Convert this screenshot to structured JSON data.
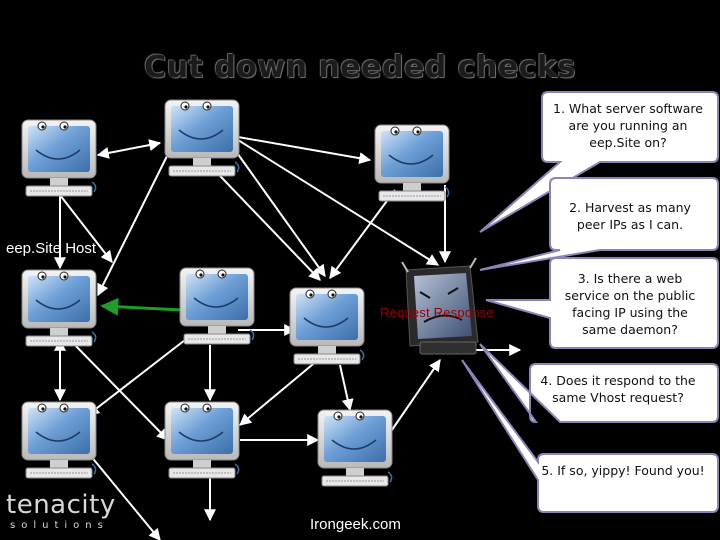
{
  "title": "Cut down needed checks",
  "host_label": "eep.Site Host",
  "request_response_label": "Request Response",
  "footer": "Irongeek.com",
  "logo": {
    "brand": "tenacity",
    "sub": "solutions"
  },
  "bubbles": [
    "1. What server software are you running an eep.Site on?",
    "2. Harvest as many peer IPs as I can.",
    "3. Is there a web service on the public facing IP using the same daemon?",
    "4. Does it respond to the same Vhost request?",
    "5. If so, yippy! Found you!"
  ],
  "colors": {
    "background": "#000000",
    "bubble_fill": "#ffffff",
    "bubble_stroke": "#8c84b8",
    "highlight_arrow": "#1f9d2a",
    "screen": "#5b8fc9"
  }
}
